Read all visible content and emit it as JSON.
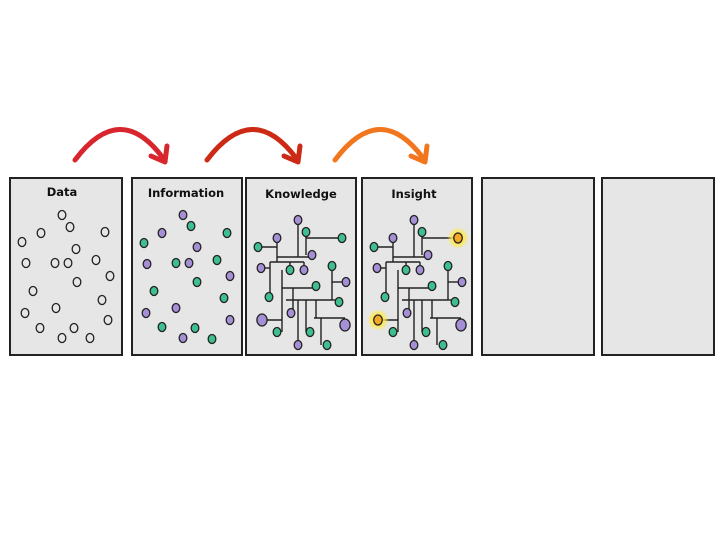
{
  "stages": [
    {
      "id": "data",
      "label": "Data"
    },
    {
      "id": "information",
      "label": "Information"
    },
    {
      "id": "knowledge",
      "label": "Knowledge"
    },
    {
      "id": "insight",
      "label": "Insight"
    },
    {
      "id": "empty-1",
      "label": ""
    },
    {
      "id": "empty-2",
      "label": ""
    }
  ],
  "colors": {
    "panel_fill": "#e6e6e6",
    "outline": "#222222",
    "purple": "#a58fd6",
    "green": "#3fbf8f",
    "highlight": "#f5a623",
    "glow": "#ffe94a",
    "arrow_1": "#d8262f",
    "arrow_2": "#cc2a14",
    "arrow_3": "#f2761e"
  }
}
